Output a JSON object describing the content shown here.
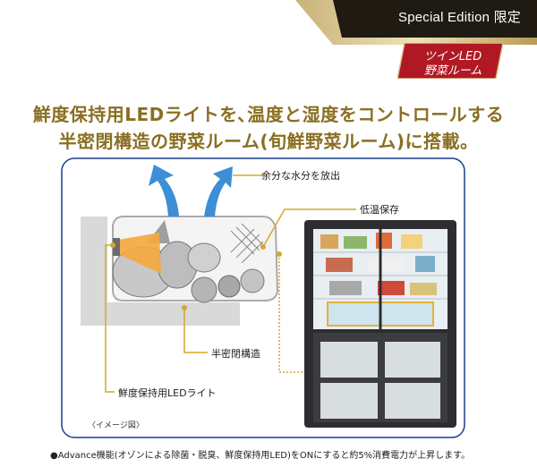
{
  "banner": {
    "edition_text": "Special Edition 限定",
    "badge_line1": "ツインLED",
    "badge_line2": "野菜ルーム"
  },
  "headline": {
    "line1": "鮮度保持用LEDライトを､温度と湿度をコントロールする",
    "line2": "半密閉構造の野菜ルーム(旬鮮野菜ルーム)に搭載。"
  },
  "diagram": {
    "label_moisture": "余分な水分を放出",
    "label_low_temp": "低温保存",
    "label_semi_sealed": "半密閉構造",
    "label_led": "鮮度保持用LEDライト",
    "caption": "〈イメージ図〉"
  },
  "footnote": "●Advance機能(オゾンによる除菌・脱臭、鮮度保持用LED)をONにすると約5%消費電力が上昇します。",
  "colors": {
    "gold": "#8a6f23",
    "badge_red": "#b01923",
    "panel_border": "#1a3e8c",
    "arrow_blue": "#3d8ed6",
    "led_orange": "#f09010"
  }
}
